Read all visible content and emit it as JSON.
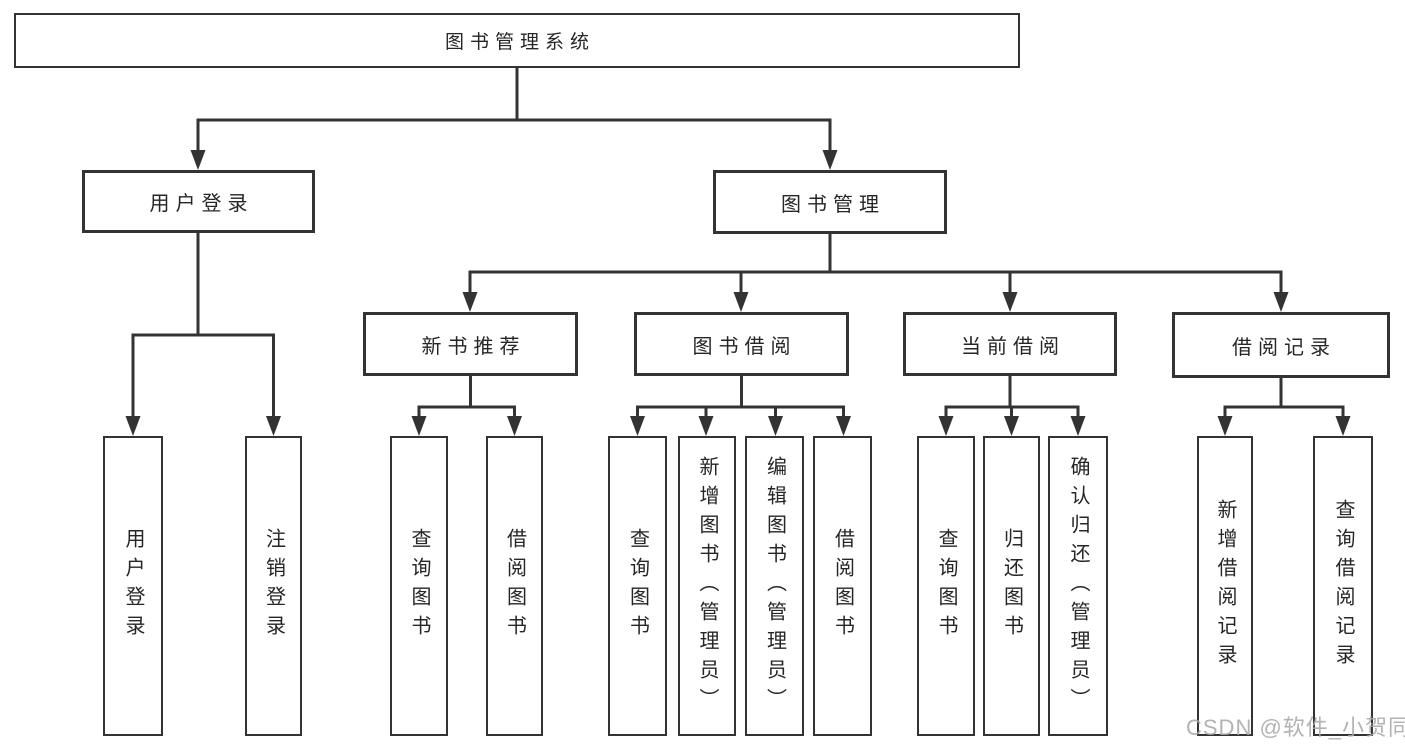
{
  "tree": {
    "root": {
      "label": "图书管理系统"
    },
    "branches": [
      {
        "label": "用户登录",
        "leaves": [
          {
            "label": "用户登录"
          },
          {
            "label": "注销登录"
          }
        ]
      },
      {
        "label": "图书管理",
        "groups": [
          {
            "label": "新书推荐",
            "leaves": [
              {
                "label": "查询图书"
              },
              {
                "label": "借阅图书"
              }
            ]
          },
          {
            "label": "图书借阅",
            "leaves": [
              {
                "label": "查询图书"
              },
              {
                "label": "新增图书（管理员）"
              },
              {
                "label": "编辑图书（管理员）"
              },
              {
                "label": "借阅图书"
              }
            ]
          },
          {
            "label": "当前借阅",
            "leaves": [
              {
                "label": "查询图书"
              },
              {
                "label": "归还图书"
              },
              {
                "label": "确认归还（管理员）"
              }
            ]
          },
          {
            "label": "借阅记录",
            "leaves": [
              {
                "label": "新增借阅记录"
              },
              {
                "label": "查询借阅记录"
              }
            ]
          }
        ]
      }
    ]
  },
  "watermark": {
    "text": "CSDN @软件_小贺同学"
  },
  "colors": {
    "line": "#333333",
    "box_border": "#333333",
    "text": "#262626",
    "background": "#ffffff",
    "watermark": "#a8a8a8"
  }
}
